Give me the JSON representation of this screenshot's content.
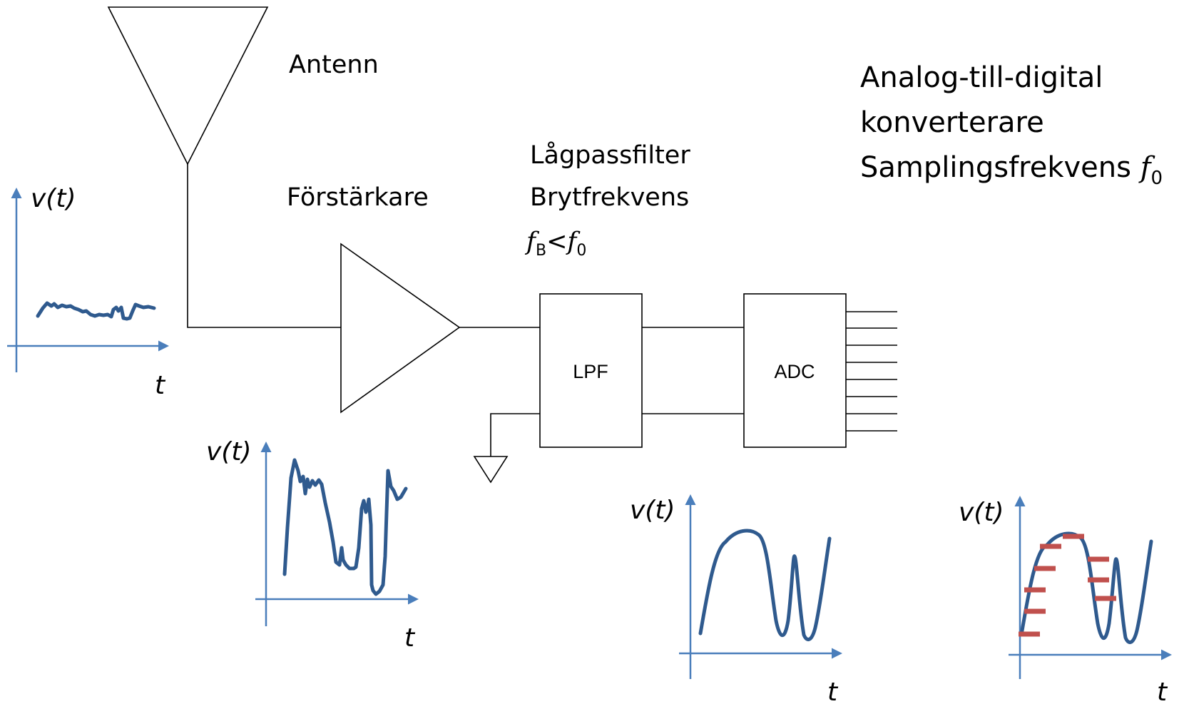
{
  "labels": {
    "antenna": "Antenn",
    "amplifier": "Förstärkare",
    "lpf_title": "Lågpassfilter",
    "lpf_cutoff": "Brytfrekvens",
    "lpf_cond_f": "f",
    "lpf_cond_sub1": "B",
    "lpf_cond_lt": "<",
    "lpf_cond_f2": "f",
    "lpf_cond_sub2": "0",
    "adc_line1": "Analog-till-digital",
    "adc_line2": "konverterare",
    "adc_line3": "Samplingsfrekvens ",
    "adc_f": "f",
    "adc_sub": "0"
  },
  "blocks": {
    "lpf": "LPF",
    "adc": "ADC"
  },
  "plots": [
    {
      "ylabel": "v(t)",
      "xlabel": "t"
    },
    {
      "ylabel": "v(t)",
      "xlabel": "t"
    },
    {
      "ylabel": "v(t)",
      "xlabel": "t"
    },
    {
      "ylabel": "v(t)",
      "xlabel": "t"
    }
  ],
  "colors": {
    "axis": "#4a7ebb",
    "signal": "#2f5a8e",
    "sample_marks": "#c0504d"
  }
}
